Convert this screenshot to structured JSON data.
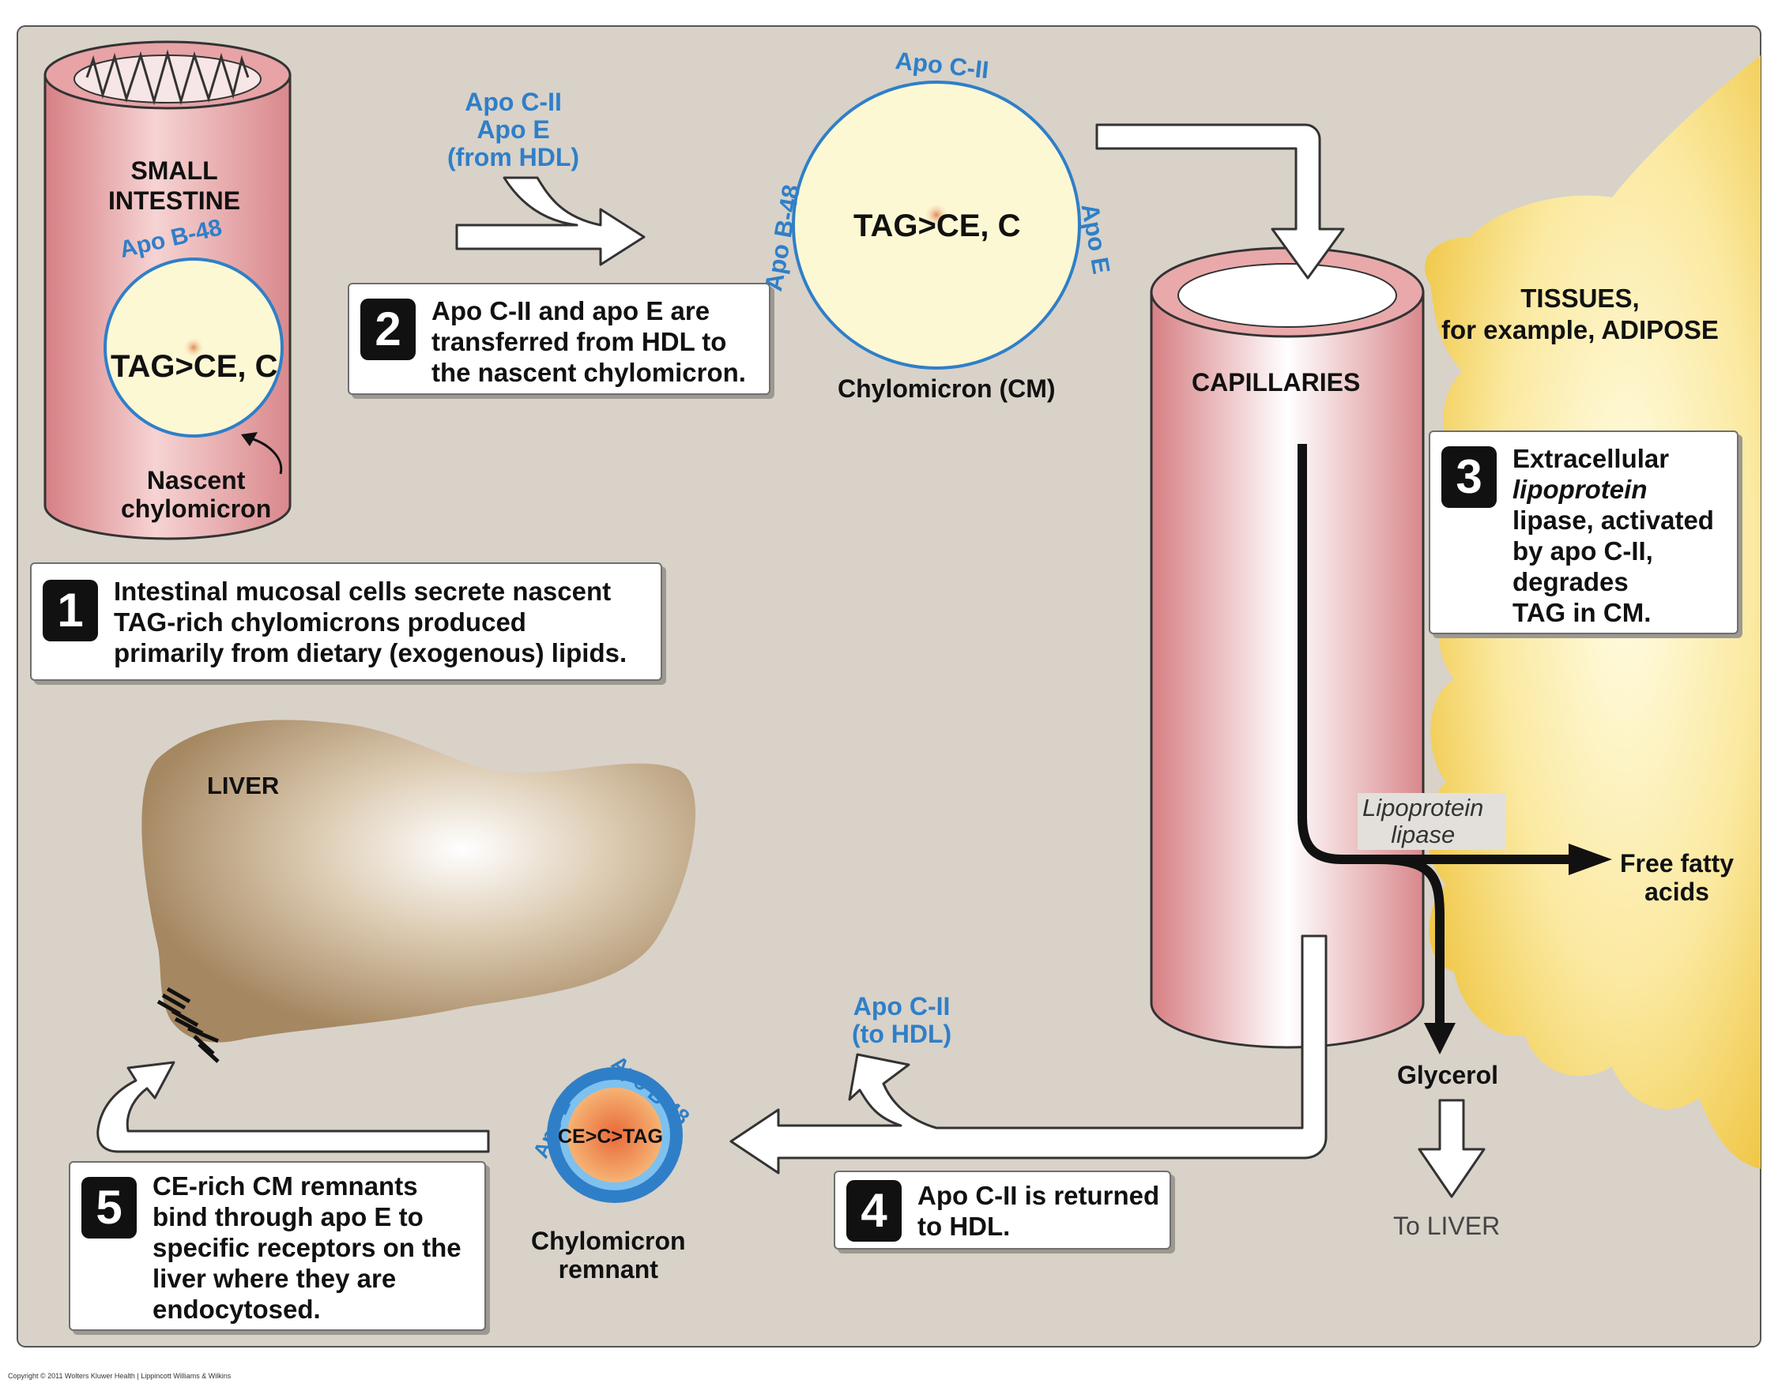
{
  "organs": {
    "small_intestine": [
      "SMALL",
      "INTESTINE"
    ],
    "capillaries": "CAPILLARIES",
    "tissues": [
      "TISSUES,",
      "for example, ADIPOSE"
    ],
    "liver": "LIVER"
  },
  "particles": {
    "nascent": {
      "apo": "Apo B-48",
      "content": "TAG>CE, C",
      "label": [
        "Nascent",
        "chylomicron"
      ]
    },
    "chylomicron": {
      "apo_top": "Apo C-II",
      "apo_left": "Apo B-48",
      "apo_right": "Apo E",
      "content": "TAG>CE, C",
      "label": "Chylomicron (CM)"
    },
    "remnant": {
      "apo_left": "Apo E",
      "apo_right": "Apo B-48",
      "content": "CE>C>TAG",
      "label": [
        "Chylomicron",
        "remnant"
      ]
    }
  },
  "transfer_in": [
    "Apo C-II",
    "Apo E",
    "(from HDL)"
  ],
  "transfer_out": [
    "Apo C-II",
    "(to HDL)"
  ],
  "enzyme_label": [
    "Lipoprotein",
    "lipase"
  ],
  "products": {
    "ffa": [
      "Free fatty",
      "acids"
    ],
    "glycerol": "Glycerol",
    "to_liver": "To LIVER"
  },
  "steps": [
    {
      "num": "1",
      "lines": [
        "Intestinal mucosal cells secrete nascent",
        "TAG-rich chylomicrons produced",
        "primarily from dietary (exogenous) lipids."
      ]
    },
    {
      "num": "2",
      "lines": [
        "Apo C-II and apo E are",
        "transferred from HDL to",
        "the nascent chylomicron."
      ]
    },
    {
      "num": "3",
      "lines": [
        "Extracellular",
        "lipoprotein",
        "lipase, activated",
        "by apo C-II,",
        "degrades",
        "TAG in CM."
      ]
    },
    {
      "num": "4",
      "lines": [
        "Apo C-II is returned",
        "to HDL."
      ]
    },
    {
      "num": "5",
      "lines": [
        "CE-rich CM remnants",
        "bind through apo E to",
        "specific receptors on the",
        "liver where they are",
        "endocytosed."
      ]
    }
  ],
  "copyright": "Copyright © 2011 Wolters Kluwer Health | Lippincott Williams & Wilkins",
  "colors": {
    "background": "#d8d2c9",
    "vessel": "#e9a9ab",
    "particle_fill": "#fdf8d4",
    "apo_blue": "#2f7fc8",
    "adipose": "#f6d466",
    "liver": "#b89c76"
  }
}
